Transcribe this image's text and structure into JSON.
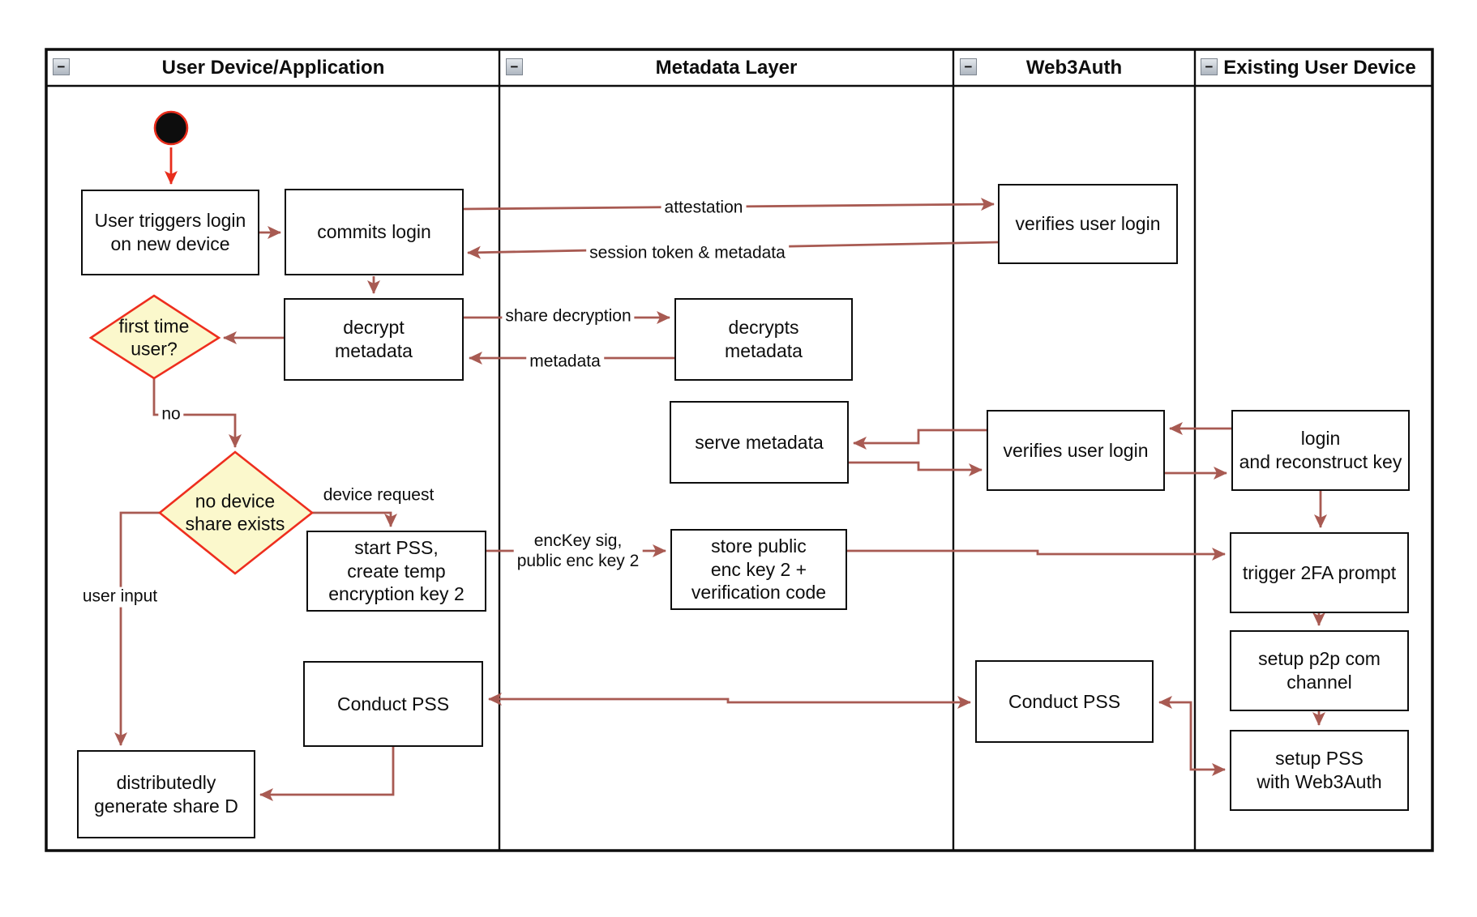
{
  "ui": {
    "collapse_glyph": "−"
  },
  "colors": {
    "connector": "#a85a52",
    "highlight_red": "#e82d1c",
    "decision_fill": "#fbf8cc",
    "decision_border": "#ee2e1e",
    "shape_border": "#0d0d0d",
    "shape_fill": "#ffffff"
  },
  "lanes": [
    {
      "label": "User Device/Application"
    },
    {
      "label": "Metadata Layer"
    },
    {
      "label": "Web3Auth"
    },
    {
      "label": "Existing User Device"
    }
  ],
  "nodes": {
    "user_triggers": "User triggers login\non new device",
    "commits_login": "commits login",
    "decrypt_metadata": "decrypt\nmetadata",
    "decrypts_metadata": "decrypts\nmetadata",
    "serve_metadata": "serve metadata",
    "store_public": "store public\nenc key 2 +\nverification code",
    "start_pss": "start PSS,\ncreate temp\nencryption key 2",
    "verifies_top": "verifies user login",
    "verifies_mid": "verifies user login",
    "login_reconstruct": "login\nand reconstruct key",
    "trigger_2fa": "trigger 2FA prompt",
    "setup_p2p": "setup p2p com\nchannel",
    "setup_pss": "setup PSS\nwith Web3Auth",
    "conduct_pss_left": "Conduct PSS",
    "conduct_pss_right": "Conduct PSS",
    "generate_share": "distributedly\ngenerate share D"
  },
  "decisions": {
    "first_time": "first time\nuser?",
    "no_device_share": "no device\nshare exists"
  },
  "edge_labels": {
    "attestation": "attestation",
    "session_token": "session token & metadata",
    "share_decryption": "share decryption",
    "metadata": "metadata",
    "no": "no",
    "device_request": "device request",
    "user_input": "user input",
    "enckey": "encKey sig,\npublic enc key 2"
  }
}
